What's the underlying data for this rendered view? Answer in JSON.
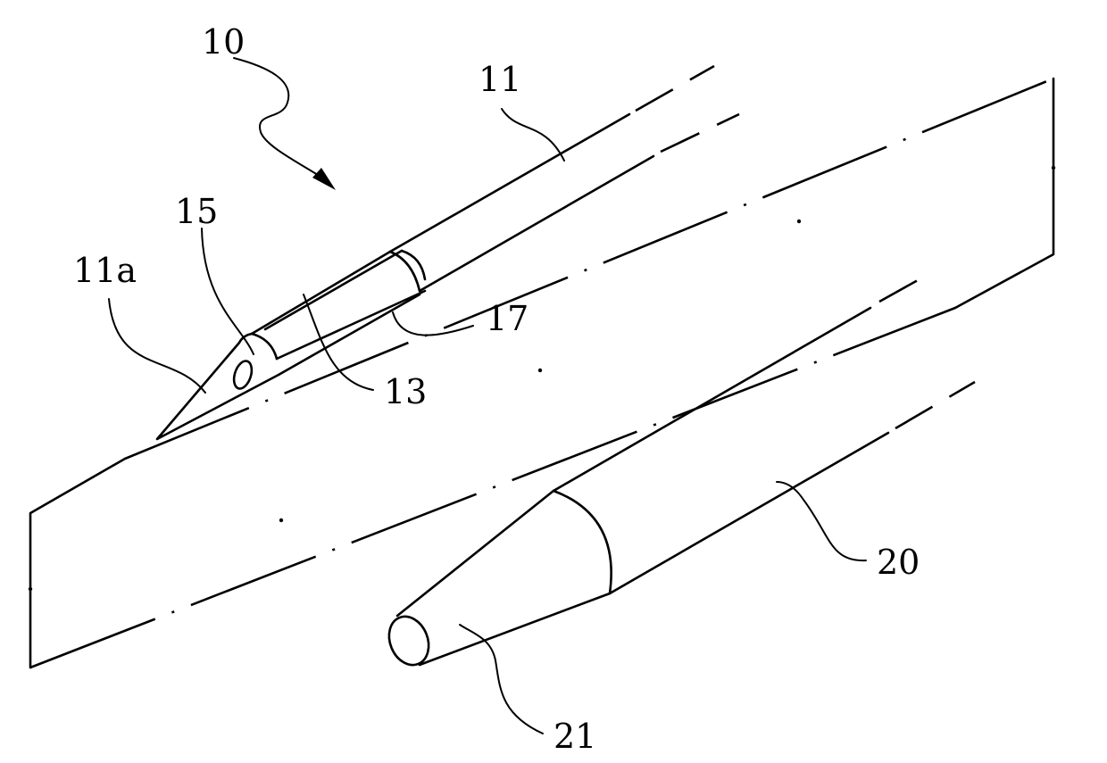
{
  "labels": {
    "assembly": "10",
    "needle": "11",
    "needle_tip": "11a",
    "hole": "15",
    "slot": "17",
    "cutout": "13",
    "sheath": "20",
    "sheath_tip": "21"
  }
}
